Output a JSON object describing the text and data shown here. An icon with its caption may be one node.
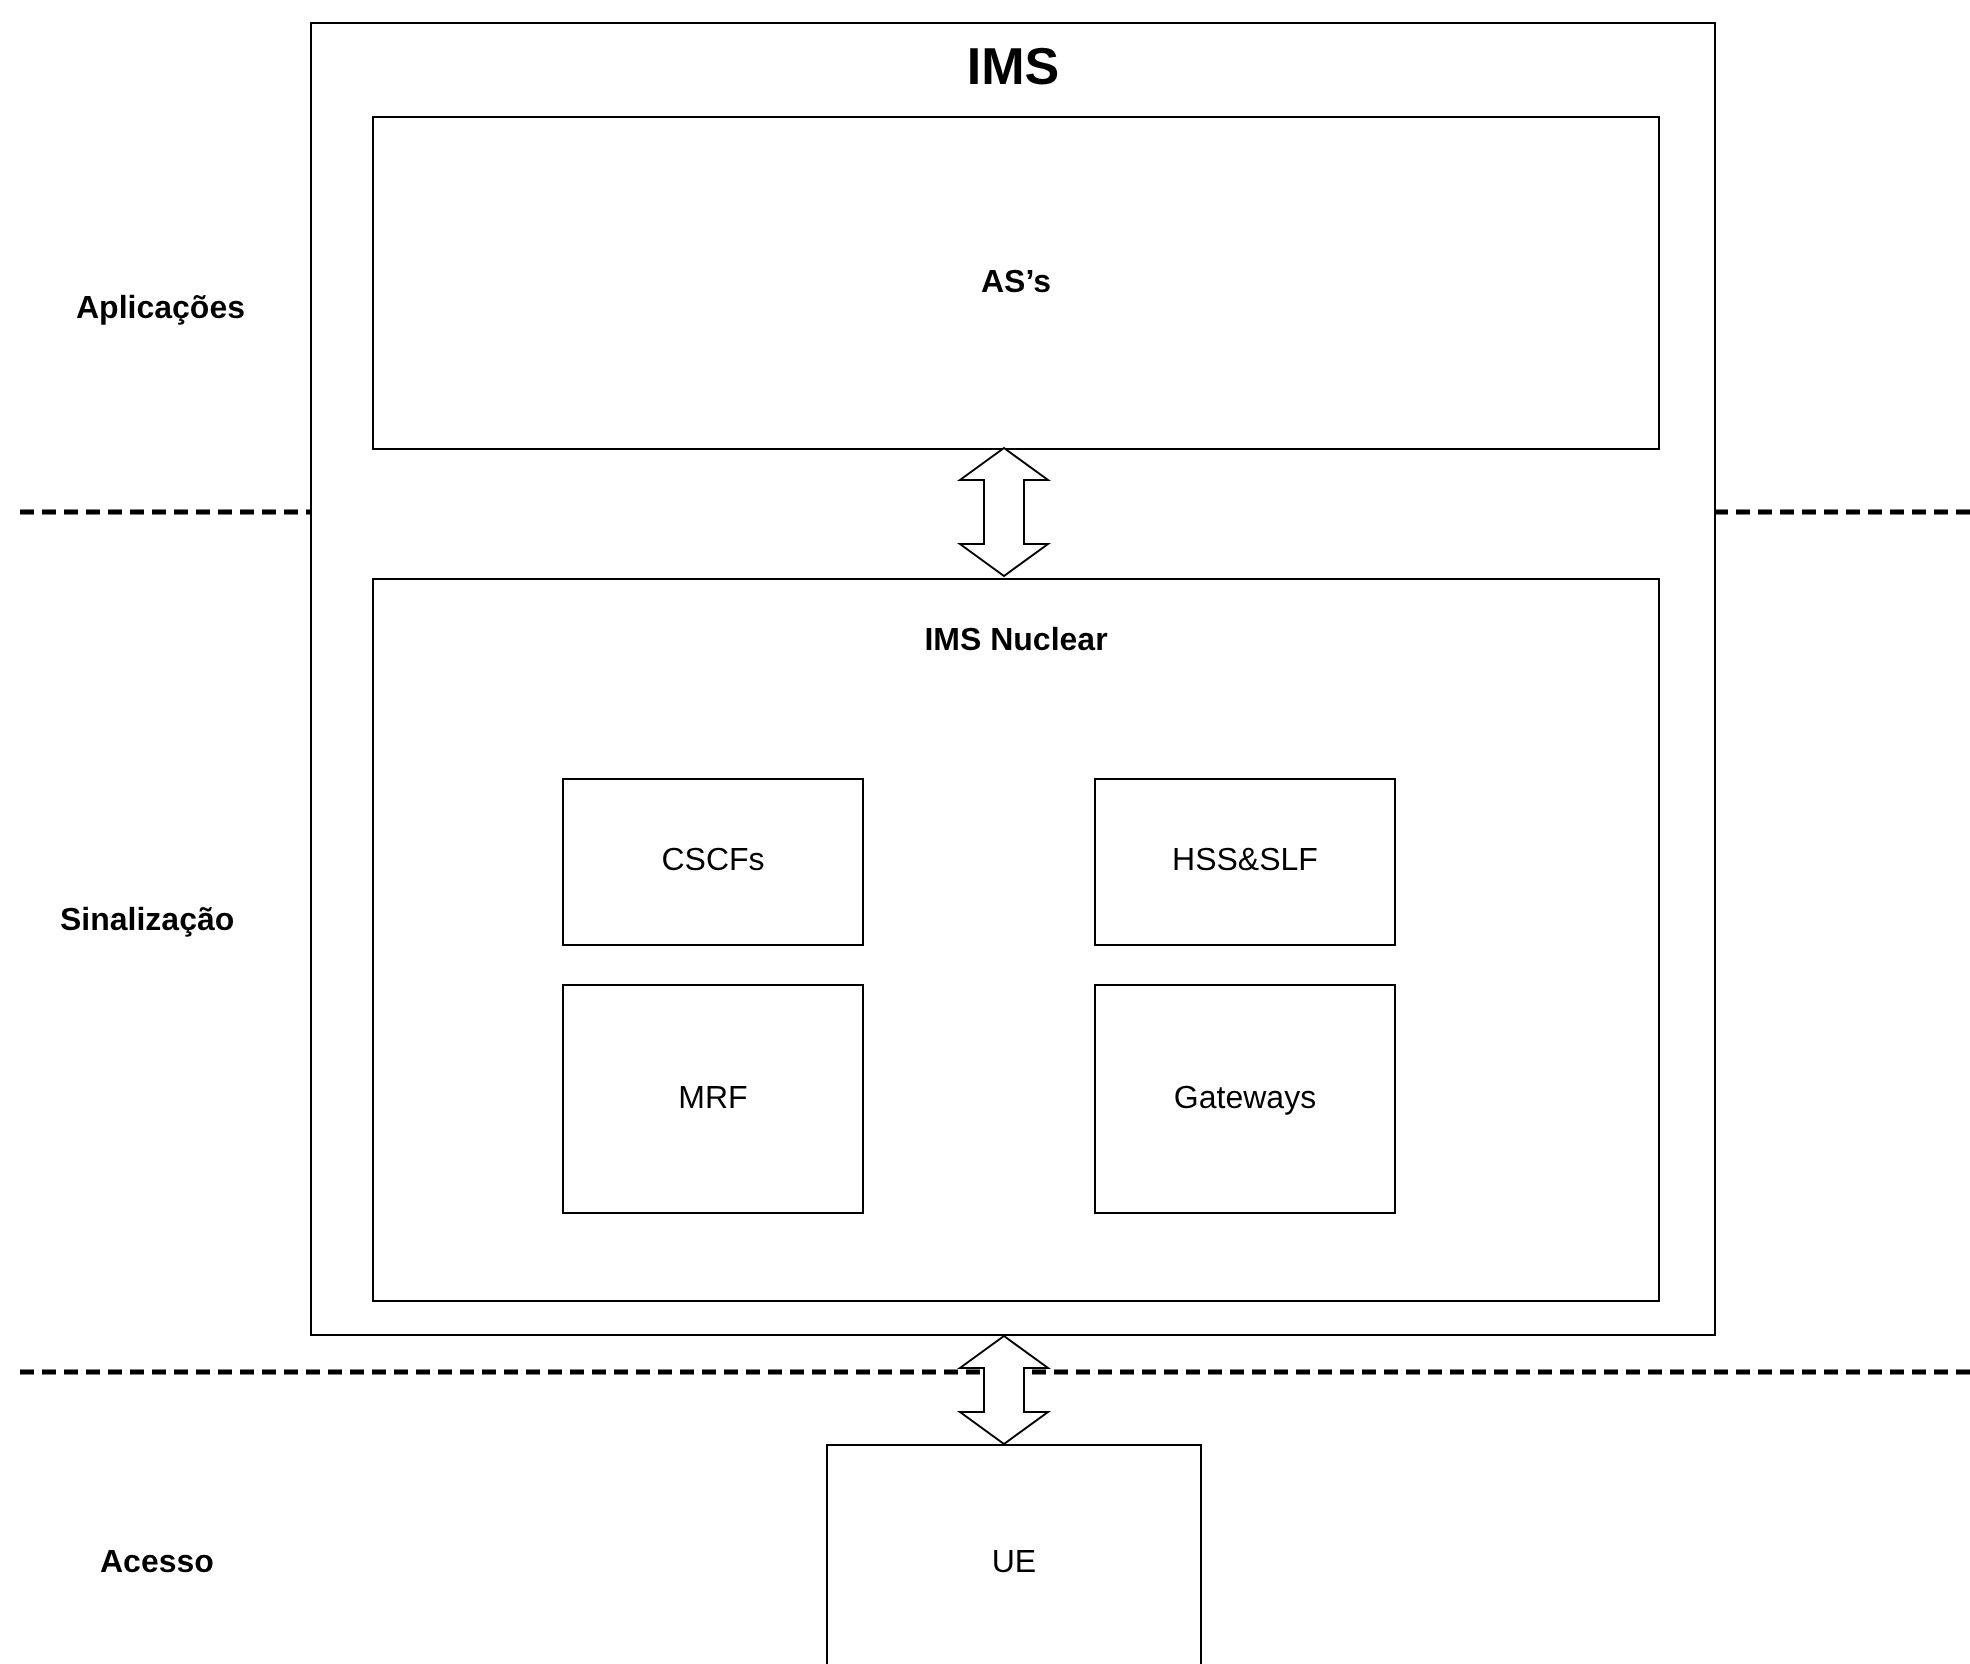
{
  "diagram": {
    "nodes": [
      {
        "text": [
          "IMS"
        ]
      },
      {
        "text": [
          "AS’s"
        ],
        "in": 0
      },
      {
        "text": [
          "IMS Nuclear"
        ],
        "in": 0
      },
      {
        "text": [
          "CSCFs"
        ],
        "in": 2
      },
      {
        "text": [
          "HSS&SLF"
        ],
        "in": 2
      },
      {
        "text": [
          "MRF"
        ],
        "in": 2
      },
      {
        "text": [
          "Gateways"
        ],
        "in": 2
      },
      {
        "text": [
          "UE"
        ]
      }
    ],
    "edges": [
      {
        "from": 1,
        "to": 2,
        "arrow": "both"
      },
      {
        "from": 0,
        "to": 7,
        "arrow": "both"
      }
    ],
    "labels": [
      "Aplicações",
      "Sinalização",
      "Acesso"
    ]
  }
}
